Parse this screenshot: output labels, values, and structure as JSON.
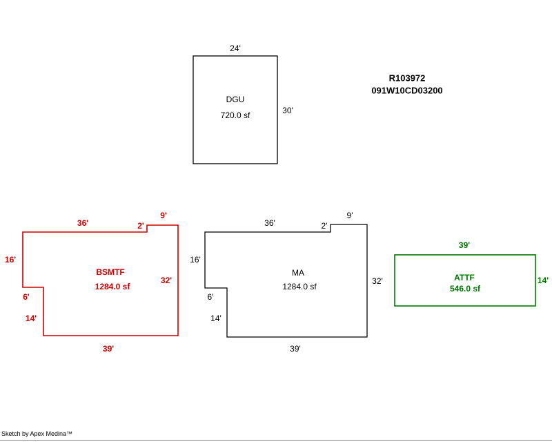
{
  "header": {
    "line1": "R103972",
    "line2": "091W10CD03200"
  },
  "shapes": {
    "dgu": {
      "label": "DGU",
      "area": "720.0 sf",
      "dims": {
        "top": "24'",
        "right": "30'"
      }
    },
    "bsmtf": {
      "label": "BSMTF",
      "area": "1284.0 sf",
      "dims": {
        "top": "36'",
        "step": "2'",
        "top_right": "9'",
        "left": "16'",
        "notch_w": "6'",
        "notch_h": "14'",
        "bottom": "39'",
        "right": "32'"
      }
    },
    "ma": {
      "label": "MA",
      "area": "1284.0 sf",
      "dims": {
        "top": "36'",
        "step": "2'",
        "top_right": "9'",
        "left": "16'",
        "notch_w": "6'",
        "notch_h": "14'",
        "bottom": "39'",
        "right": "32'"
      }
    },
    "attf": {
      "label": "ATTF",
      "area": "546.0 sf",
      "dims": {
        "top": "39'",
        "right": "14'"
      }
    }
  },
  "footer": {
    "credit": "Sketch by Apex Medina™"
  },
  "colors": {
    "basement": "#cc0000",
    "attic": "#007700",
    "main": "#000000"
  }
}
